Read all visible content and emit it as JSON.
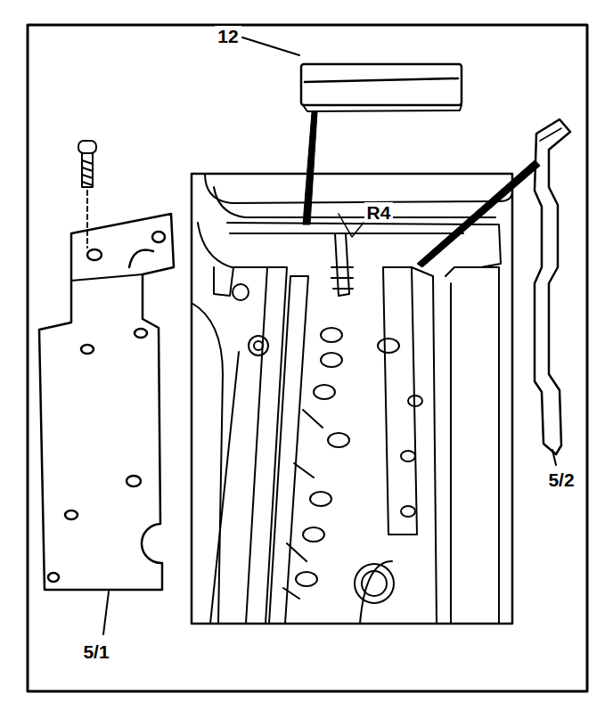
{
  "diagram": {
    "labels": [
      "12",
      "R4",
      "5/1",
      "5/2"
    ]
  }
}
